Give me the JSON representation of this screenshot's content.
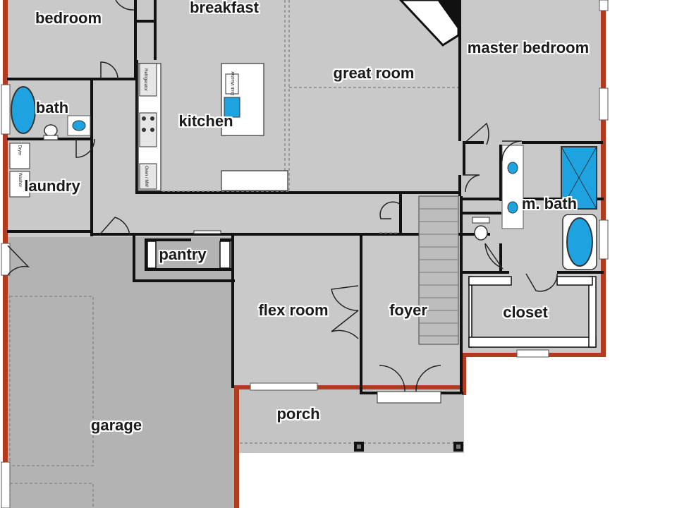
{
  "rooms": {
    "bedroom": "bedroom",
    "breakfast": "breakfast",
    "master_bedroom": "master bedroom",
    "great_room": "great room",
    "bath": "bath",
    "kitchen": "kitchen",
    "laundry": "laundry",
    "m_bath": "m. bath",
    "pantry": "pantry",
    "flex_room": "flex room",
    "foyer": "foyer",
    "closet": "closet",
    "porch": "porch",
    "garage": "garage"
  },
  "appliances": {
    "refrigerator": "Refrigerator",
    "dish_washer": "Dish Washer",
    "dryer": "Dryer",
    "washer": "Washer",
    "oven_mw": "Oven / MW"
  },
  "colors": {
    "floor": "#c9c9c9",
    "garage_floor": "#b3b3b3",
    "wall": "#111111",
    "exterior_brick": "#b23a1e",
    "fixture_blue": "#1fa3e0"
  }
}
